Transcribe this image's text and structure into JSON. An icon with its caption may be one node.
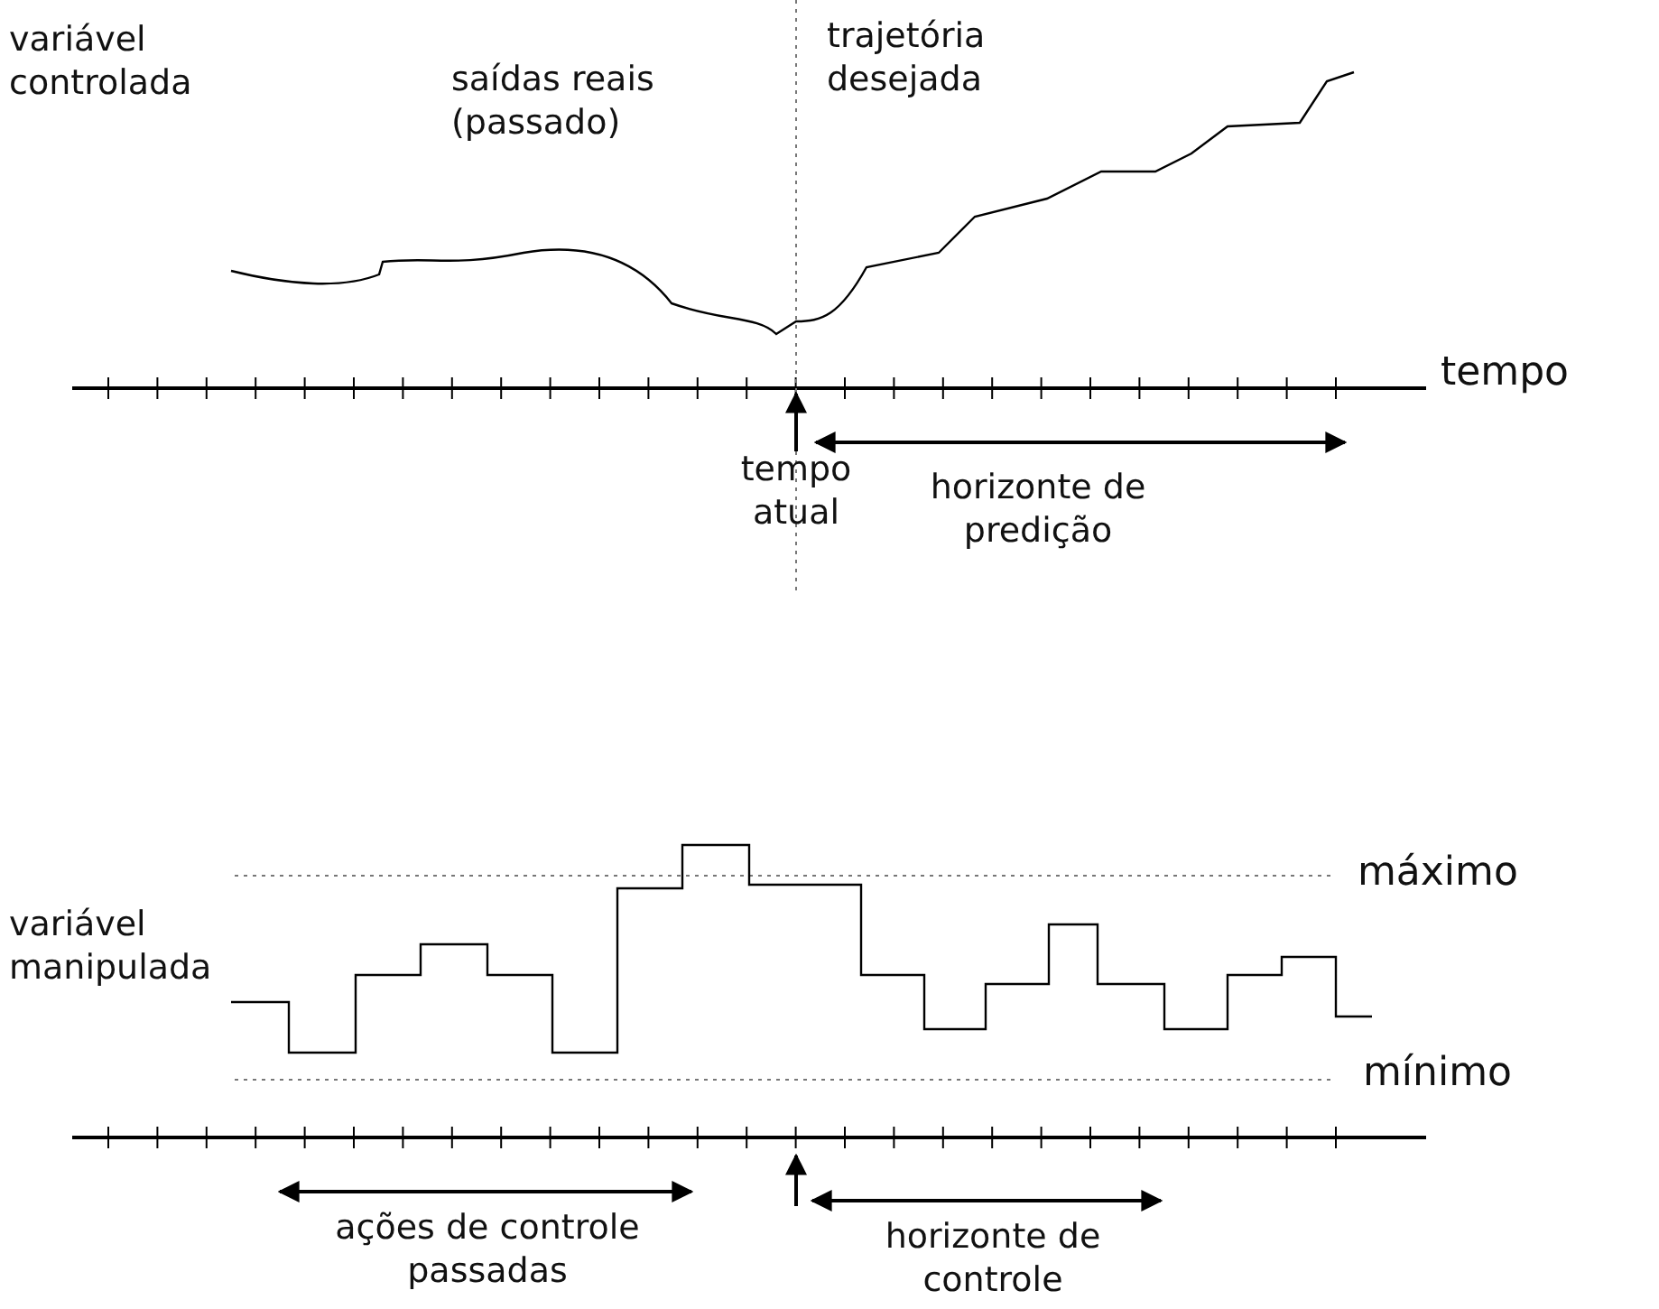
{
  "diagram": {
    "labels": [
      "variável controlada",
      "saídas reais (passado)",
      "trajetória desejada",
      "tempo",
      "tempo atual",
      "horizonte de predição",
      "máximo",
      "variável manipulada",
      "mínimo",
      "ações de controle passadas",
      "horizonte de controle"
    ]
  }
}
